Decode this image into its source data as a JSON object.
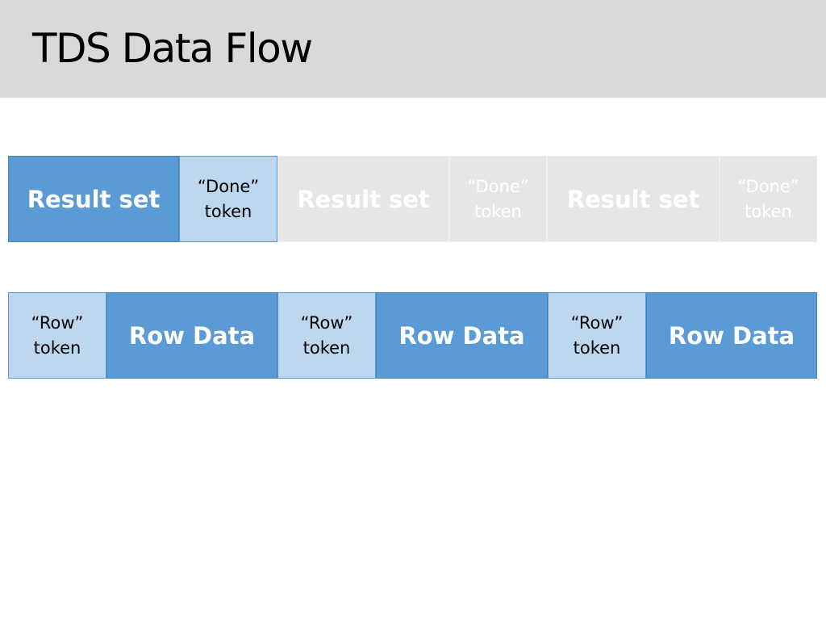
{
  "title": "TDS Data Flow",
  "colors": {
    "header_bg": "#d9d9d9",
    "dark_blue": "#5b9bd5",
    "light_blue": "#bdd7ee",
    "faded_gray": "#e7e6e6"
  },
  "top_row": [
    {
      "label": "Result set",
      "state": "active"
    },
    {
      "line1": "“Done”",
      "line2": "token",
      "state": "active"
    },
    {
      "label": "Result set",
      "state": "faded"
    },
    {
      "line1": "“Done”",
      "line2": "token",
      "state": "faded"
    },
    {
      "label": "Result set",
      "state": "faded"
    },
    {
      "line1": "“Done”",
      "line2": "token",
      "state": "faded"
    }
  ],
  "bottom_row": [
    {
      "line1": "“Row”",
      "line2": "token"
    },
    {
      "label": "Row Data"
    },
    {
      "line1": "“Row”",
      "line2": "token"
    },
    {
      "label": "Row Data"
    },
    {
      "line1": "“Row”",
      "line2": "token"
    },
    {
      "label": "Row Data"
    }
  ]
}
